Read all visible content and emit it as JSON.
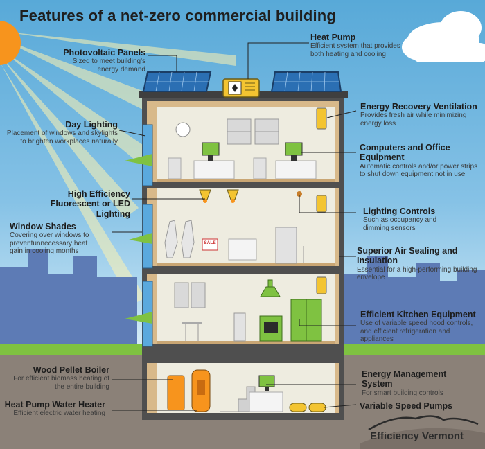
{
  "title": "Features of a net-zero commercial building",
  "brand": "Efficiency Vermont",
  "features": {
    "photovoltaic": {
      "label": "Photovoltaic Panels",
      "desc": "Sized to meet building's energy demand"
    },
    "heat_pump": {
      "label": "Heat Pump",
      "desc": "Efficient system that provides both heating and cooling"
    },
    "day_lighting": {
      "label": "Day Lighting",
      "desc": "Placement of windows and skylights to brighten workplaces naturally"
    },
    "erv": {
      "label": "Energy Recovery Ventilation",
      "desc": "Provides fresh air while minimizing energy loss"
    },
    "computers": {
      "label": "Computers and Office Equipment",
      "desc": "Automatic controls and/or power strips to shut down equipment not in use"
    },
    "lighting_efficient": {
      "label": "High Efficiency Fluorescent or LED Lighting"
    },
    "lighting_controls": {
      "label": "Lighting Controls",
      "desc": "Such as occupancy and dimming sensors"
    },
    "window_shades": {
      "label": "Window Shades",
      "desc": "Covering over windows to preventunnecessary heat gain in cooling months"
    },
    "air_sealing": {
      "label": "Superior Air Sealing and Insulation",
      "desc": "Essential for a high-performing building envelope"
    },
    "kitchen": {
      "label": "Efficient Kitchen Equipment",
      "desc": "Use of variable speed hood controls, and efficient refrigeration and appliances"
    },
    "boiler": {
      "label": "Wood Pellet Boiler",
      "desc": "For efficient biomass heating of the entire building"
    },
    "ems": {
      "label": "Energy Management System",
      "desc": "For smart building controls"
    },
    "water_heater": {
      "label": "Heat Pump Water Heater",
      "desc": "Efficient electric water heating"
    },
    "pumps": {
      "label": "Variable Speed Pumps"
    }
  },
  "sale_sign": "SALE",
  "colors": {
    "sky": "#6fb6e0",
    "green": "#7fc241",
    "sun": "#f7941d",
    "wall": "#5a5a5a",
    "ground": "#8b8178"
  }
}
